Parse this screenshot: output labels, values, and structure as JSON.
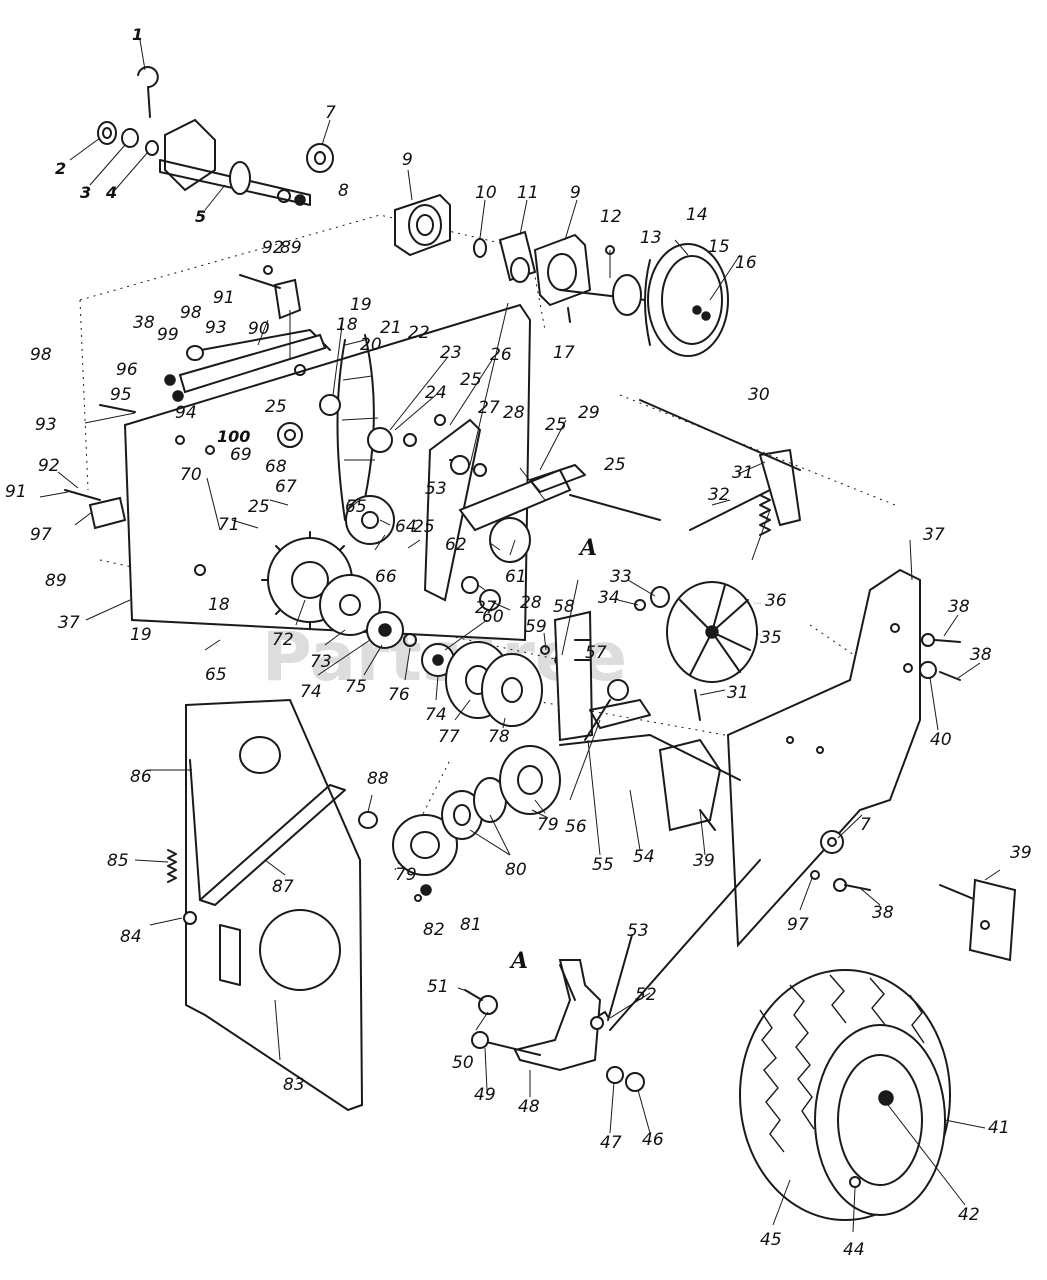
{
  "watermark": {
    "text": "PartsTree",
    "mark": "™"
  },
  "callouts": {
    "a_upper": "A",
    "a_lower": "A"
  },
  "part_numbers": {
    "n1": "1",
    "n2": "2",
    "n3": "3",
    "n4": "4",
    "n5": "5",
    "n7a": "7",
    "n8": "8",
    "n9a": "9",
    "n10": "10",
    "n11": "11",
    "n9b": "9",
    "n12": "12",
    "n13": "13",
    "n14": "14",
    "n15": "15",
    "n16": "16",
    "n17": "17",
    "n92a": "92",
    "n89a": "89",
    "n91a": "91",
    "n90": "90",
    "n98a": "98",
    "n93a": "93",
    "n38a": "38",
    "n99": "99",
    "n19a": "19",
    "n18a": "18",
    "n21": "21",
    "n22": "22",
    "n20": "20",
    "n23": "23",
    "n26": "26",
    "n98b": "98",
    "n96": "96",
    "n95": "95",
    "n93b": "93",
    "n94": "94",
    "n25a": "25",
    "n24": "24",
    "n25b": "25",
    "n27a": "27",
    "n28a": "28",
    "n29": "29",
    "n100": "100",
    "n69": "69",
    "n68": "68",
    "n67": "67",
    "n53a": "53",
    "n25c": "25",
    "n25d": "25",
    "n91b": "91",
    "n92b": "92",
    "n70": "70",
    "n97a": "97",
    "n25e": "25",
    "n65a": "65",
    "n64": "64",
    "n25f": "25",
    "n89b": "89",
    "n71": "71",
    "n66": "66",
    "n62": "62",
    "n61": "61",
    "n37a": "37",
    "n18b": "18",
    "n19b": "19",
    "n27b": "27",
    "n28b": "28",
    "n58": "58",
    "n60": "60",
    "n59": "59",
    "n72": "72",
    "n73": "73",
    "n65b": "65",
    "n74a": "74",
    "n75": "75",
    "n76": "76",
    "n74b": "74",
    "n77": "77",
    "n78": "78",
    "n57": "57",
    "n30": "30",
    "n31a": "31",
    "n32": "32",
    "n36": "36",
    "n33": "33",
    "n34": "34",
    "n35": "35",
    "n31b": "31",
    "n37b": "37",
    "n38b": "38",
    "n38c": "38",
    "n40": "40",
    "n86": "86",
    "n88": "88",
    "n85": "85",
    "n87": "87",
    "n84": "84",
    "n80": "80",
    "n79a": "79",
    "n79b": "79",
    "n56": "56",
    "n55": "55",
    "n54": "54",
    "n39a": "39",
    "n7b": "7",
    "n82": "82",
    "n81": "81",
    "n97b": "97",
    "n38d": "38",
    "n39b": "39",
    "n53b": "53",
    "n52": "52",
    "n51": "51",
    "n50": "50",
    "n49": "49",
    "n48": "48",
    "n47": "47",
    "n46": "46",
    "n83": "83",
    "n41": "41",
    "n42": "42",
    "n44": "44",
    "n45": "45"
  }
}
